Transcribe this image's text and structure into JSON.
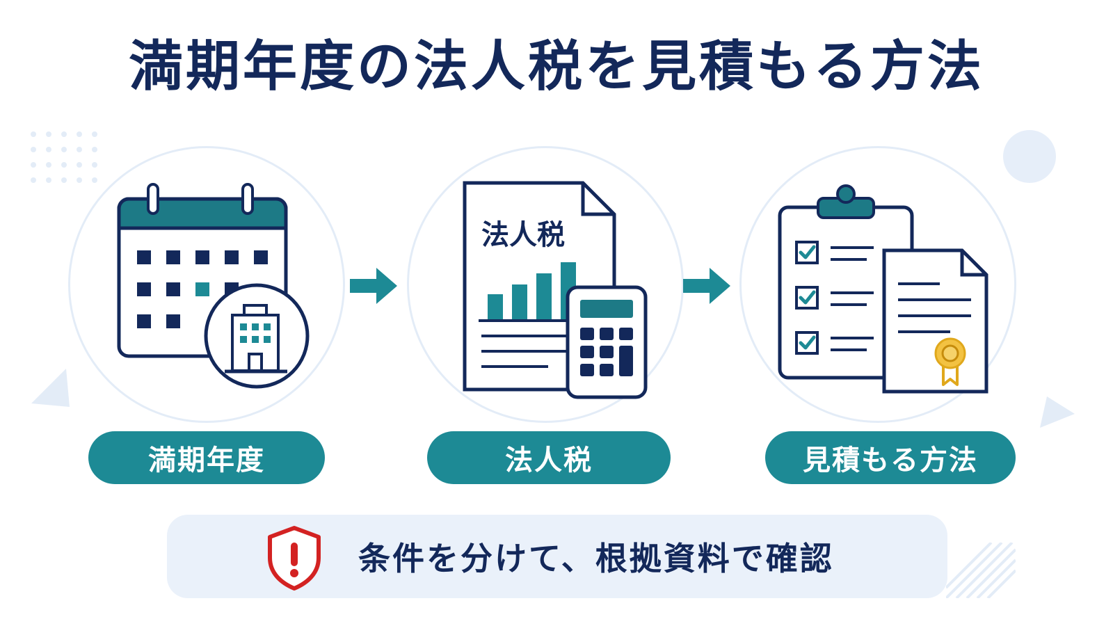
{
  "title": "満期年度の法人税を見積もる方法",
  "steps": [
    {
      "label": "満期年度",
      "icon": "calendar-building-icon"
    },
    {
      "label": "法人税",
      "icon": "tax-document-calculator-icon"
    },
    {
      "label": "見積もる方法",
      "icon": "checklist-certificate-icon"
    }
  ],
  "document_heading": "法人税",
  "note": {
    "icon": "warning-shield-icon",
    "text": "条件を分けて、根拠資料で確認"
  },
  "colors": {
    "navy": "#13285a",
    "teal": "#1d8a95",
    "light_blue": "#e3ecf7",
    "gold": "#e0a81c",
    "red": "#d32222"
  }
}
